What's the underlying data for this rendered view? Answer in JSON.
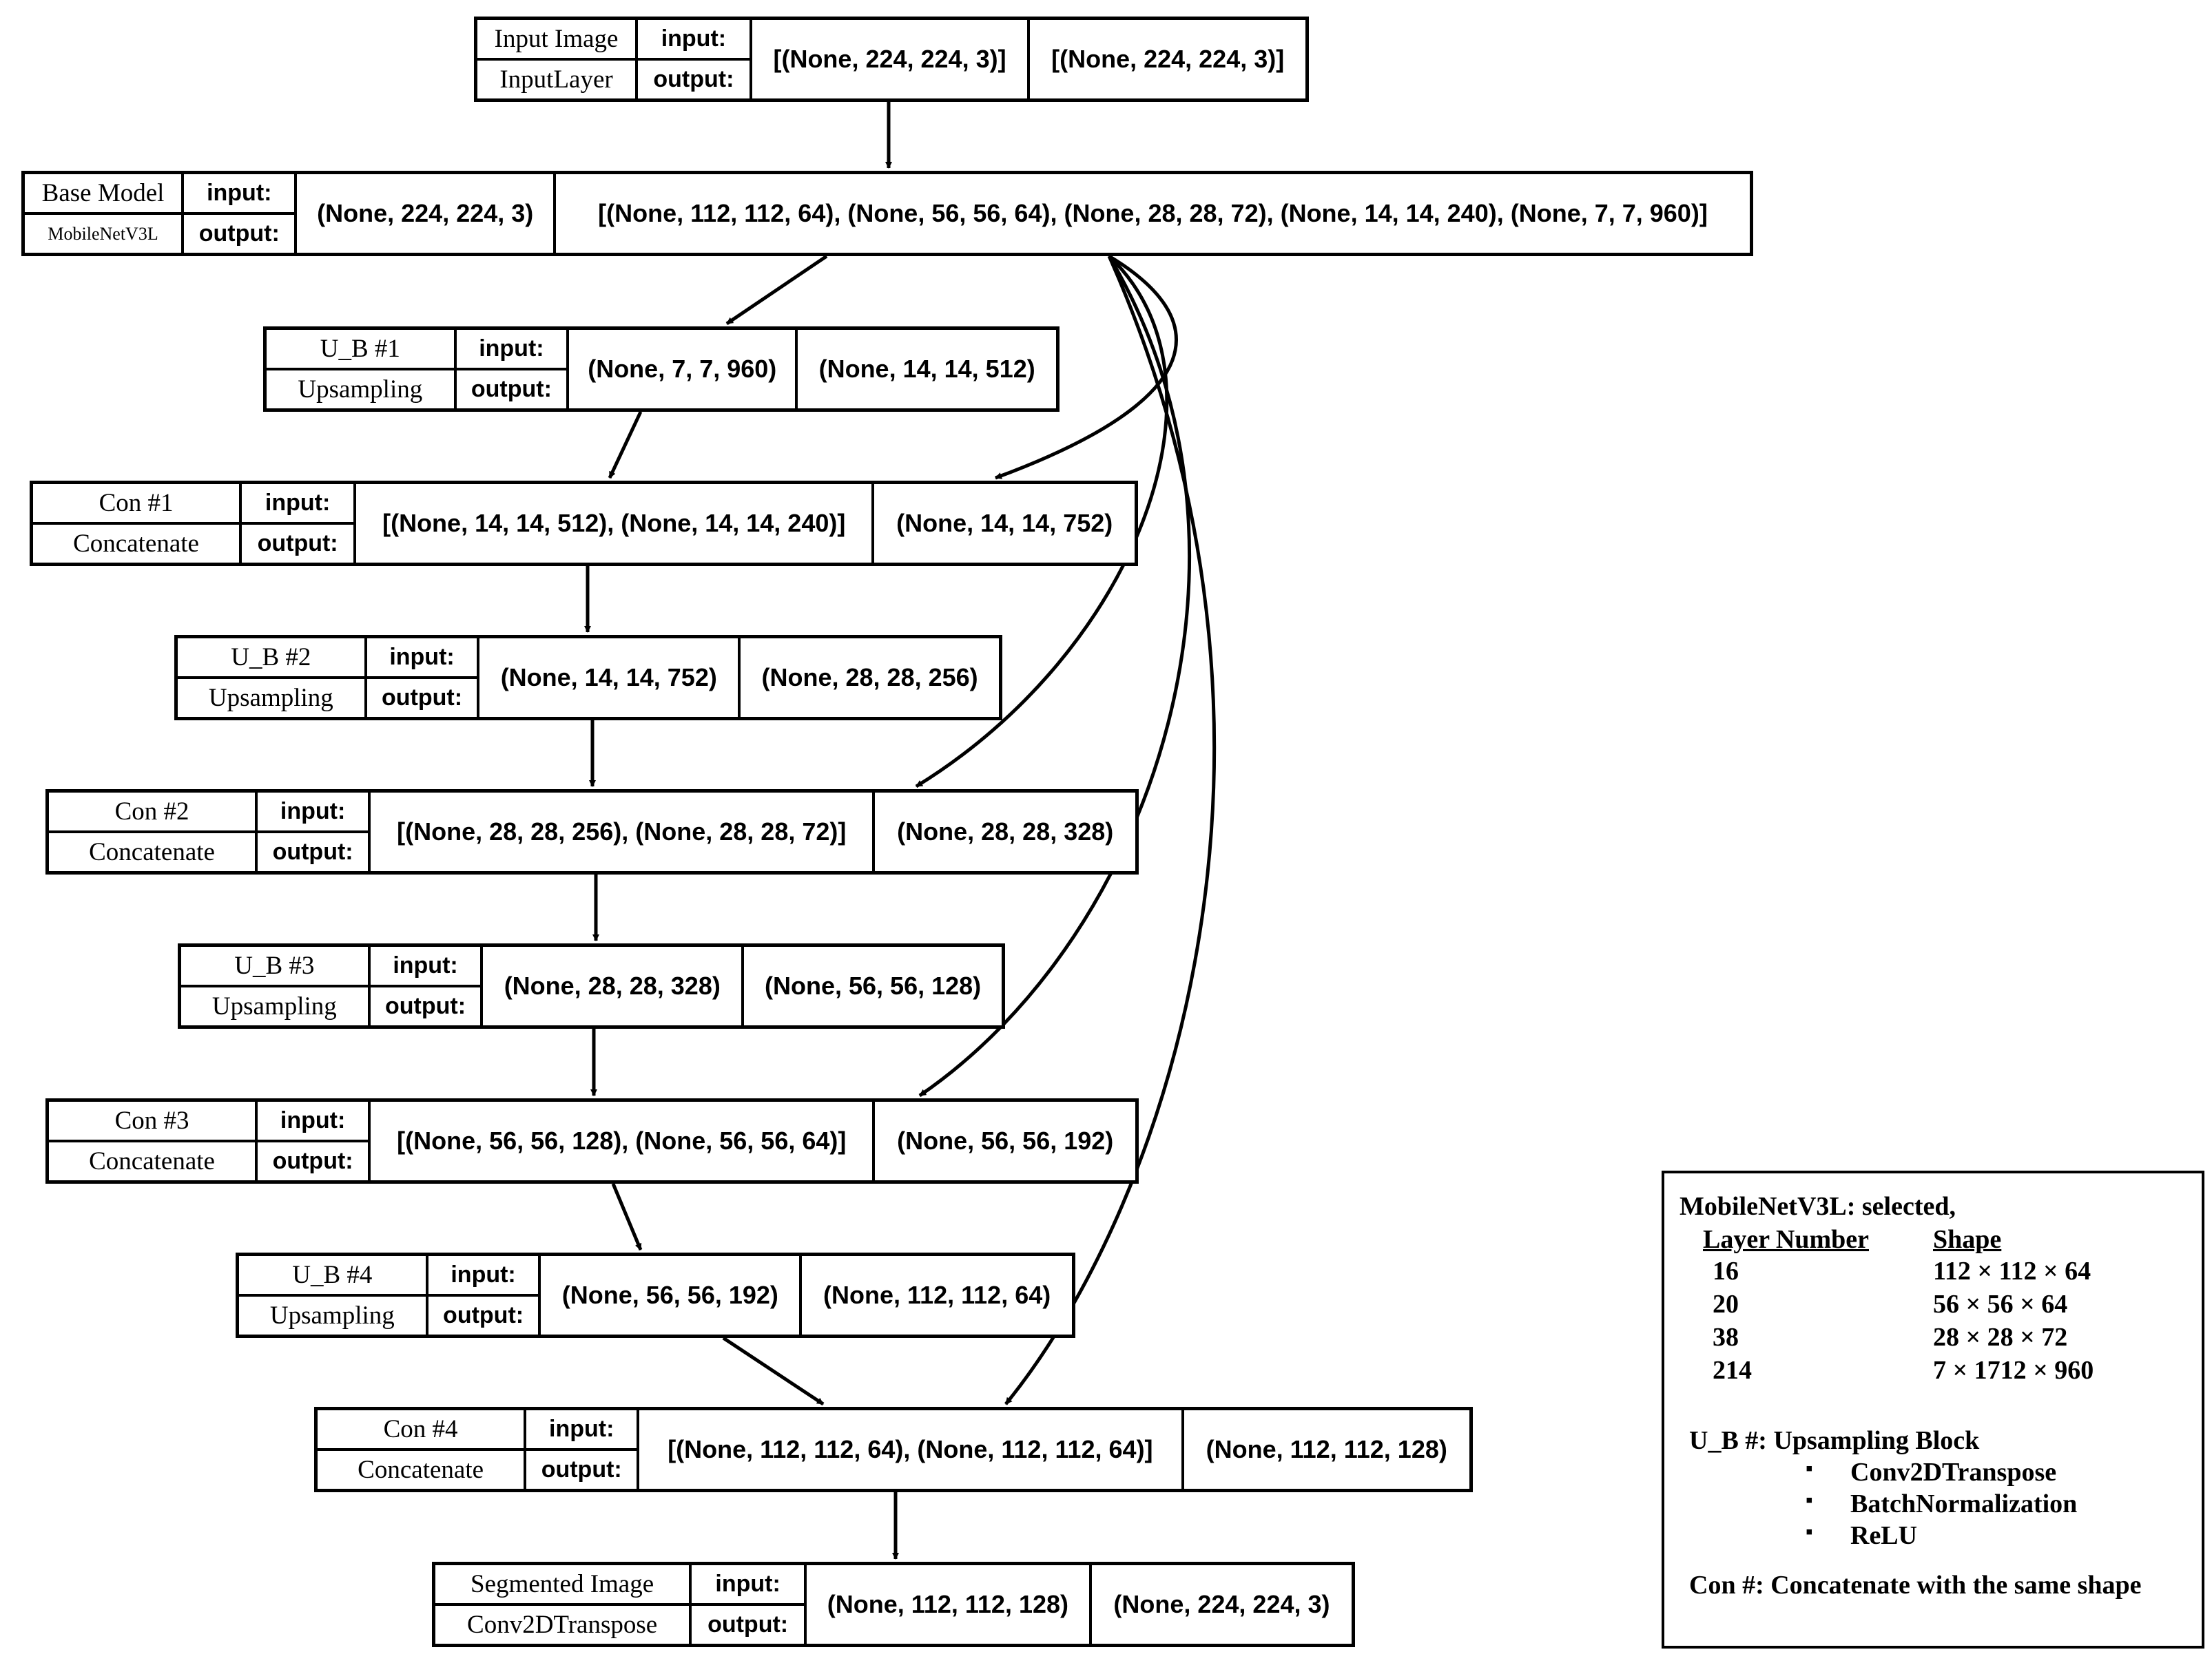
{
  "nodes": [
    {
      "id": "input-image",
      "name": "Input Image",
      "type": "InputLayer",
      "in_label": "input:",
      "out_label": "output:",
      "input_shape": "[(None, 224, 224, 3)]",
      "output_shape": "[(None, 224, 224, 3)]"
    },
    {
      "id": "base-model",
      "name": "Base Model",
      "type": "MobileNetV3L",
      "in_label": "input:",
      "out_label": "output:",
      "input_shape": "(None, 224, 224, 3)",
      "output_shape": "[(None, 112, 112, 64), (None, 56, 56, 64), (None, 28, 28, 72), (None, 14, 14, 240), (None, 7, 7, 960)]"
    },
    {
      "id": "ub1",
      "name": "U_B #1",
      "type": "Upsampling",
      "in_label": "input:",
      "out_label": "output:",
      "input_shape": "(None, 7, 7, 960)",
      "output_shape": "(None, 14, 14, 512)"
    },
    {
      "id": "con1",
      "name": "Con #1",
      "type": "Concatenate",
      "in_label": "input:",
      "out_label": "output:",
      "input_shape": "[(None, 14, 14, 512), (None, 14, 14, 240)]",
      "output_shape": "(None, 14, 14, 752)"
    },
    {
      "id": "ub2",
      "name": "U_B #2",
      "type": "Upsampling",
      "in_label": "input:",
      "out_label": "output:",
      "input_shape": "(None, 14, 14, 752)",
      "output_shape": "(None, 28, 28, 256)"
    },
    {
      "id": "con2",
      "name": "Con #2",
      "type": "Concatenate",
      "in_label": "input:",
      "out_label": "output:",
      "input_shape": "[(None, 28, 28, 256), (None, 28, 28, 72)]",
      "output_shape": "(None, 28, 28, 328)"
    },
    {
      "id": "ub3",
      "name": "U_B #3",
      "type": "Upsampling",
      "in_label": "input:",
      "out_label": "output:",
      "input_shape": "(None, 28, 28, 328)",
      "output_shape": "(None, 56, 56, 128)"
    },
    {
      "id": "con3",
      "name": "Con #3",
      "type": "Concatenate",
      "in_label": "input:",
      "out_label": "output:",
      "input_shape": "[(None, 56, 56, 128), (None, 56, 56, 64)]",
      "output_shape": "(None, 56, 56, 192)"
    },
    {
      "id": "ub4",
      "name": "U_B #4",
      "type": "Upsampling",
      "in_label": "input:",
      "out_label": "output:",
      "input_shape": "(None, 56, 56, 192)",
      "output_shape": "(None, 112, 112, 64)"
    },
    {
      "id": "con4",
      "name": "Con #4",
      "type": "Concatenate",
      "in_label": "input:",
      "out_label": "output:",
      "input_shape": "[(None, 112, 112, 64), (None, 112, 112, 64)]",
      "output_shape": "(None, 112, 112, 128)"
    },
    {
      "id": "segmented",
      "name": "Segmented Image",
      "type": "Conv2DTranspose",
      "in_label": "input:",
      "out_label": "output:",
      "input_shape": "(None, 112, 112, 128)",
      "output_shape": "(None, 224, 224, 3)"
    }
  ],
  "edges": [
    {
      "from": "input-image",
      "to": "base-model"
    },
    {
      "from": "base-model",
      "to": "ub1"
    },
    {
      "from": "base-model",
      "to": "con1"
    },
    {
      "from": "base-model",
      "to": "con2"
    },
    {
      "from": "base-model",
      "to": "con3"
    },
    {
      "from": "base-model",
      "to": "con4"
    },
    {
      "from": "ub1",
      "to": "con1"
    },
    {
      "from": "con1",
      "to": "ub2"
    },
    {
      "from": "ub2",
      "to": "con2"
    },
    {
      "from": "con2",
      "to": "ub3"
    },
    {
      "from": "ub3",
      "to": "con3"
    },
    {
      "from": "con3",
      "to": "ub4"
    },
    {
      "from": "ub4",
      "to": "con4"
    },
    {
      "from": "con4",
      "to": "segmented"
    }
  ],
  "legend": {
    "title": "MobileNetV3L: selected,",
    "col_layer": "Layer Number",
    "col_shape": "Shape",
    "rows": [
      {
        "layer": "16",
        "shape": "112 × 112 × 64"
      },
      {
        "layer": "20",
        "shape": "56 × 56 × 64"
      },
      {
        "layer": "38",
        "shape": "28 × 28 × 72"
      },
      {
        "layer": "214",
        "shape": "7 × 1712 × 960"
      }
    ],
    "ub_title": "U_B #: Upsampling Block",
    "ub_items": [
      "Conv2DTranspose",
      "BatchNormalization",
      "ReLU"
    ],
    "con_note": "Con #: Concatenate with the same shape",
    "bullet": "▪"
  }
}
